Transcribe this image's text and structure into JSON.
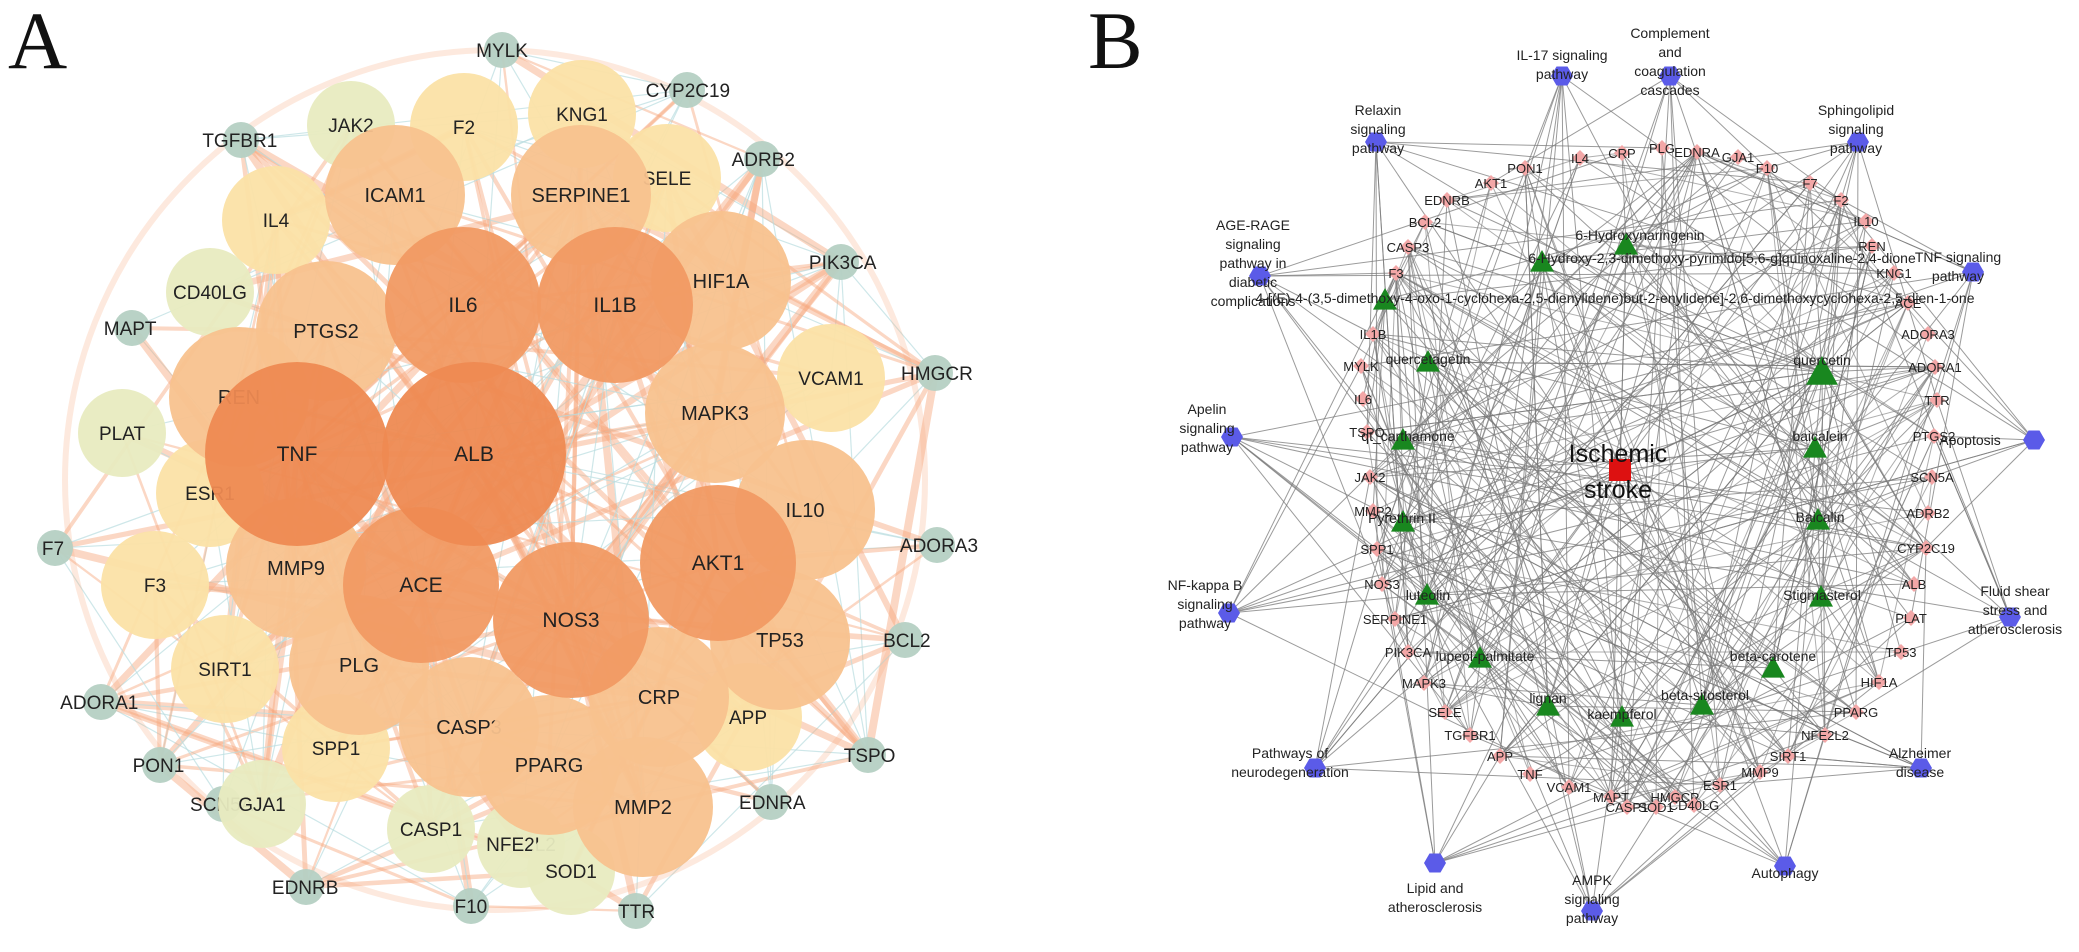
{
  "panel_a": {
    "label": "A",
    "nodes": [
      {
        "name": "TNF",
        "tier": 0
      },
      {
        "name": "ALB",
        "tier": 0
      },
      {
        "name": "IL6",
        "tier": 1
      },
      {
        "name": "IL1B",
        "tier": 1
      },
      {
        "name": "AKT1",
        "tier": 1
      },
      {
        "name": "NOS3",
        "tier": 1
      },
      {
        "name": "ACE",
        "tier": 1
      },
      {
        "name": "MAPK3",
        "tier": 2
      },
      {
        "name": "PTGS2",
        "tier": 2
      },
      {
        "name": "SERPINE1",
        "tier": 2
      },
      {
        "name": "HIF1A",
        "tier": 2
      },
      {
        "name": "MMP9",
        "tier": 2
      },
      {
        "name": "CASP3",
        "tier": 2
      },
      {
        "name": "CRP",
        "tier": 2
      },
      {
        "name": "PPARG",
        "tier": 2
      },
      {
        "name": "IL10",
        "tier": 2
      },
      {
        "name": "ICAM1",
        "tier": 2
      },
      {
        "name": "REN",
        "tier": 2
      },
      {
        "name": "TP53",
        "tier": 2
      },
      {
        "name": "MMP2",
        "tier": 2
      },
      {
        "name": "PLG",
        "tier": 2
      },
      {
        "name": "F2",
        "tier": 3
      },
      {
        "name": "KNG1",
        "tier": 3
      },
      {
        "name": "SELE",
        "tier": 3
      },
      {
        "name": "IL4",
        "tier": 3
      },
      {
        "name": "VCAM1",
        "tier": 3
      },
      {
        "name": "APP",
        "tier": 3
      },
      {
        "name": "ESR1",
        "tier": 3
      },
      {
        "name": "SIRT1",
        "tier": 3
      },
      {
        "name": "SPP1",
        "tier": 3
      },
      {
        "name": "F3",
        "tier": 3
      },
      {
        "name": "JAK2",
        "tier": 4
      },
      {
        "name": "PLAT",
        "tier": 4
      },
      {
        "name": "CD40LG",
        "tier": 4
      },
      {
        "name": "CASP1",
        "tier": 4
      },
      {
        "name": "NFE2L2",
        "tier": 4
      },
      {
        "name": "SOD1",
        "tier": 4
      },
      {
        "name": "GJA1",
        "tier": 4
      },
      {
        "name": "MYLK",
        "tier": 5
      },
      {
        "name": "CYP2C19",
        "tier": 5
      },
      {
        "name": "TGFBR1",
        "tier": 5
      },
      {
        "name": "ADRB2",
        "tier": 5
      },
      {
        "name": "PIK3CA",
        "tier": 5
      },
      {
        "name": "MAPT",
        "tier": 5
      },
      {
        "name": "HMGCR",
        "tier": 5
      },
      {
        "name": "F7",
        "tier": 5
      },
      {
        "name": "ADORA3",
        "tier": 5
      },
      {
        "name": "BCL2",
        "tier": 5
      },
      {
        "name": "ADORA1",
        "tier": 5
      },
      {
        "name": "PON1",
        "tier": 5
      },
      {
        "name": "SCN5A",
        "tier": 5
      },
      {
        "name": "TSPO",
        "tier": 5
      },
      {
        "name": "EDNRA",
        "tier": 5
      },
      {
        "name": "EDNRB",
        "tier": 5
      },
      {
        "name": "F10",
        "tier": 5
      },
      {
        "name": "TTR",
        "tier": 5
      }
    ],
    "tier_colors": [
      "#ee8a52",
      "#f19a63",
      "#f8c28e",
      "#fbe2a6",
      "#e8ebc0",
      "#b5d0c3"
    ],
    "edge_colors": [
      "#f6a77c",
      "#b9dde0"
    ]
  },
  "panel_b": {
    "label": "B",
    "center": "Ischemic stroke",
    "pathways": [
      "IL-17 signaling pathway",
      "Complement and coagulation cascades",
      "Relaxin signaling pathway",
      "Sphingolipid signaling pathway",
      "AGE-RAGE signaling pathway in diabetic complications",
      "TNF signaling pathway",
      "Apelin signaling pathway",
      "Apoptosis",
      "NF-kappa B signaling pathway",
      "Fluid shear stress and atherosclerosis",
      "Pathways of neurodegeneration",
      "Alzheimer disease",
      "Lipid and atherosclerosis",
      "AMPK signaling pathway",
      "Autophagy"
    ],
    "compounds": [
      "6-Hydroxynaringenin",
      "6-Hydroxy-2,3-dimethoxy-pyrimido[5,6-g]quinoxaline-2,4-dione",
      "4-[(E)-4-(3,5-dimethoxy-4-oxo-1-cyclohexa-2,5-dienylidene)but-2-enylidene]-2,6-dimethoxycyclohexa-2,5-dien-1-one",
      "quercetin",
      "quercetagetin",
      "qt_carthamone",
      "baicalein",
      "Pyrethrin II",
      "Baicalin",
      "luteolin",
      "Stigmasterol",
      "lupeol-palmitate",
      "beta-carotene",
      "lignan",
      "beta-sitosterol",
      "kaempferol"
    ],
    "targets": [
      "IL4",
      "CRP",
      "PLG",
      "EDNRA",
      "GJA1",
      "PON1",
      "F10",
      "AKT1",
      "F7",
      "EDNRB",
      "F2",
      "BCL2",
      "IL10",
      "CASP3",
      "REN",
      "F3",
      "KNG1",
      "ACE",
      "IL1B",
      "ADORA3",
      "MYLK",
      "ADORA1",
      "IL6",
      "TTR",
      "TSPO",
      "PTGS2",
      "JAK2",
      "SCN5A",
      "MMP2",
      "ADRB2",
      "SPP1",
      "CYP2C19",
      "NOS3",
      "ALB",
      "SERPINE1",
      "PLAT",
      "PIK3CA",
      "TP53",
      "MAPK3",
      "HIF1A",
      "SELE",
      "PPARG",
      "TGFBR1",
      "NFE2L2",
      "APP",
      "SIRT1",
      "TNF",
      "MMP9",
      "VCAM1",
      "ESR1",
      "MAPT",
      "HMGCR",
      "CASP1",
      "SOD1",
      "CD40LG"
    ],
    "colors": {
      "pathway": "#5b5be8",
      "compound": "#19871f",
      "target": "#f3a7a7",
      "center": "#dd1111",
      "edge": "#7a7a7a"
    }
  }
}
